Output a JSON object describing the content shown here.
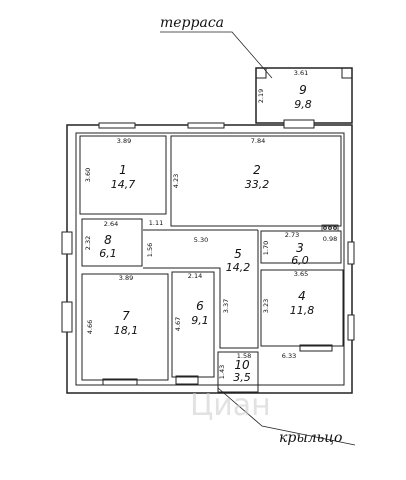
{
  "labels": {
    "terrace": "терраса",
    "porch": "крыльцо",
    "watermark": "Циан"
  },
  "rooms": [
    {
      "id": "1",
      "num": "1",
      "area": "14,7"
    },
    {
      "id": "2",
      "num": "2",
      "area": "33,2"
    },
    {
      "id": "3",
      "num": "3",
      "area": "6,0"
    },
    {
      "id": "4",
      "num": "4",
      "area": "11,8"
    },
    {
      "id": "5",
      "num": "5",
      "area": "14,2"
    },
    {
      "id": "6",
      "num": "6",
      "area": "9,1"
    },
    {
      "id": "7",
      "num": "7",
      "area": "18,1"
    },
    {
      "id": "8",
      "num": "8",
      "area": "6,1"
    },
    {
      "id": "9",
      "num": "9",
      "area": "9,8"
    },
    {
      "id": "10",
      "num": "10",
      "area": "3,5"
    }
  ],
  "dimensions": {
    "d_361": "3.61",
    "d_219": "2.19",
    "d_389_top": "3.89",
    "d_784": "7.84",
    "d_360": "3.60",
    "d_423": "4.23",
    "d_264": "2.64",
    "d_111": "1.11",
    "d_232": "2.32",
    "d_156": "1.56",
    "d_530": "5.30",
    "d_273": "2.73",
    "d_098": "0.98",
    "d_170": "1.70",
    "d_389_mid": "3.89",
    "d_214": "2.14",
    "d_365": "3.65",
    "d_466": "4.66",
    "d_467": "4.67",
    "d_337": "3.37",
    "d_323": "3.23",
    "d_158": "1.58",
    "d_633": "6.33",
    "d_143": "1.43"
  }
}
